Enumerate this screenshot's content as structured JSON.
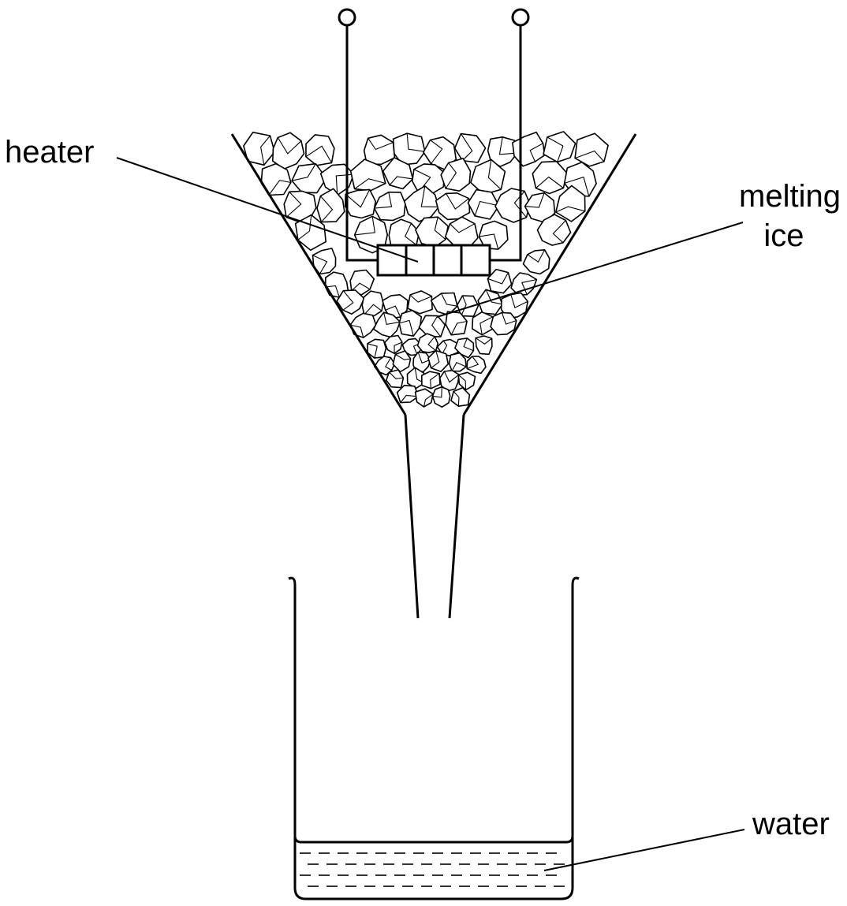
{
  "labels": {
    "heater": "heater",
    "melting_line1": "melting",
    "melting_line2": "ice",
    "water": "water"
  },
  "colors": {
    "ink": "#000000",
    "background": "#ffffff"
  }
}
